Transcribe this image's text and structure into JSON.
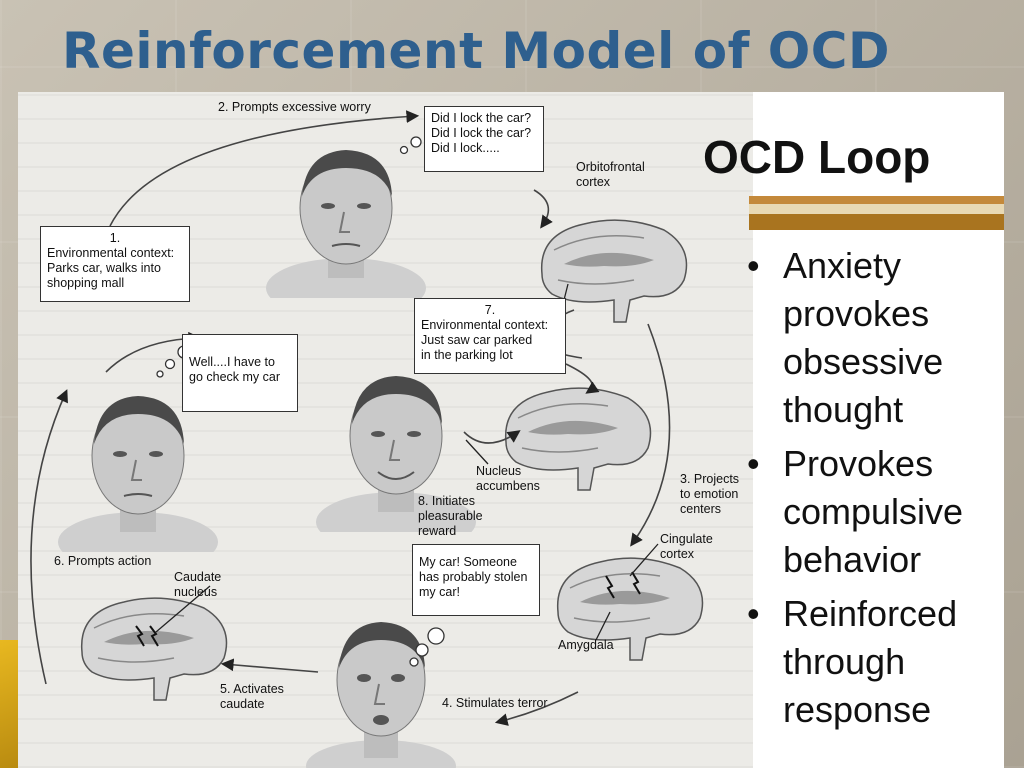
{
  "slide": {
    "title": "Reinforcement Model of OCD"
  },
  "diagram": {
    "boxes": {
      "step1": [
        "1.",
        "Environmental context:",
        "Parks car, walks into",
        "shopping mall"
      ],
      "thought1": [
        "Did I lock the car?",
        "Did I lock the car?",
        "Did I lock....."
      ],
      "step7": [
        "7.",
        "Environmental context:",
        "Just saw car parked",
        "in the parking lot"
      ],
      "thought2": [
        "Well....I have to",
        "go check my car"
      ],
      "thought3": [
        "My car!  Someone",
        "has probably stolen",
        "my car!"
      ]
    },
    "labels": {
      "step2": "2. Prompts excessive worry",
      "orbitofrontal": [
        "Orbitofrontal",
        "cortex"
      ],
      "step3": [
        "3. Projects",
        "to emotion",
        "centers"
      ],
      "cingulate": [
        "Cingulate",
        "cortex"
      ],
      "amygdala": "Amygdala",
      "step4": "4. Stimulates terror",
      "step5": [
        "5. Activates",
        "caudate"
      ],
      "step6": "6. Prompts action",
      "caudate": [
        "Caudate",
        "nucleus"
      ],
      "nucleus_accumbens": [
        "Nucleus",
        "accumbens"
      ],
      "step8": [
        "8. Initiates",
        "pleasurable",
        "reward"
      ]
    }
  },
  "loop_panel": {
    "title": "OCD Loop",
    "bullets": [
      [
        "Anxiety",
        "provokes",
        "obsessive",
        "thought"
      ],
      [
        "Provokes",
        "compulsive",
        "behavior"
      ],
      [
        "Reinforced",
        "through",
        "response"
      ]
    ],
    "stripe_colors": [
      "#c4893a",
      "#e8d9b4",
      "#a9741f"
    ]
  }
}
